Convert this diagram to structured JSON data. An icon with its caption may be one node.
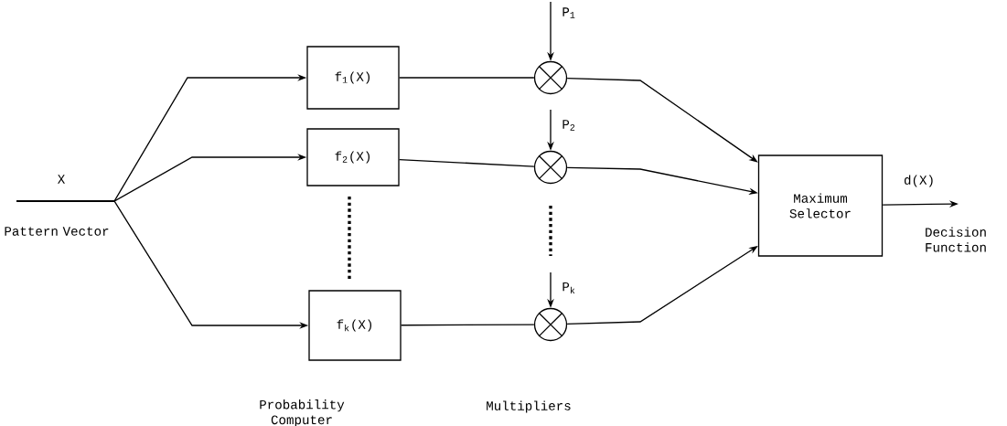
{
  "diagram": {
    "nodes": [
      {
        "text": [
          "f$_{1}$(X)"
        ]
      },
      {
        "text": [
          "f$_{2}$(X)"
        ]
      },
      {
        "text": [
          "f$_{k}$(X)"
        ]
      },
      {
        "text": [],
        "shape": "circle"
      },
      {
        "text": [],
        "shape": "circle"
      },
      {
        "text": [],
        "shape": "circle"
      },
      {
        "text": [
          "Maximum Selector"
        ]
      }
    ],
    "edges": [
      {
        "from": null,
        "to": 0,
        "arrow": "to"
      },
      {
        "from": null,
        "to": 1,
        "arrow": "to"
      },
      {
        "from": null,
        "to": 2,
        "arrow": "to"
      },
      {
        "from": 0,
        "to": 3,
        "arrow": "none"
      },
      {
        "from": 1,
        "to": 4,
        "arrow": "none"
      },
      {
        "from": 2,
        "to": 5,
        "arrow": "none"
      },
      {
        "from": null,
        "to": 3,
        "arrow": "to",
        "label": "P$_{1}$"
      },
      {
        "from": null,
        "to": 4,
        "arrow": "to",
        "label": "P$_{2}$"
      },
      {
        "from": null,
        "to": 5,
        "arrow": "to",
        "label": "P$_{k}$"
      },
      {
        "from": 3,
        "to": 6,
        "arrow": "to"
      },
      {
        "from": 4,
        "to": 6,
        "arrow": "to"
      },
      {
        "from": 5,
        "to": 6,
        "arrow": "to"
      },
      {
        "from": 6,
        "to": null,
        "arrow": "to",
        "label": "d(X)"
      }
    ],
    "labels": [
      "X",
      "Pattern Vector",
      "Probability Computer",
      "Multipliers",
      "Decision Function"
    ]
  }
}
